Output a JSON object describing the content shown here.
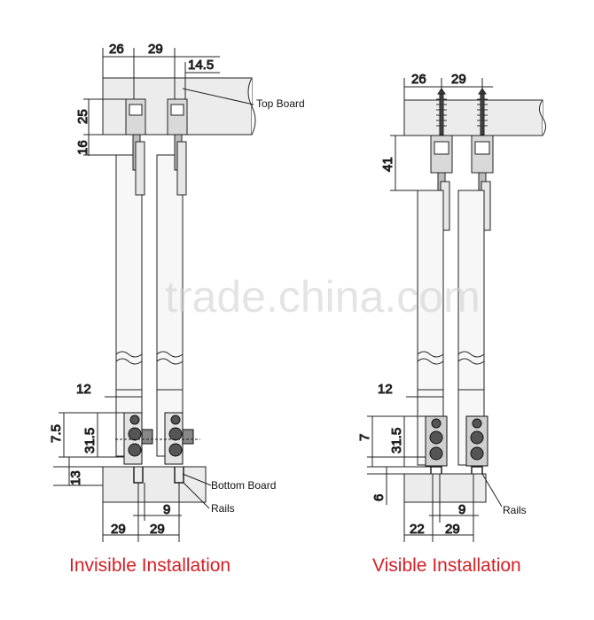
{
  "colors": {
    "caption": "#d41f26",
    "line": "#222222",
    "board_fill": "#ececec",
    "watermark": "#cccccc"
  },
  "watermark": "trade.china.com",
  "left_panel": {
    "caption": "Invisible Installation",
    "labels": {
      "top_board": "Top Board",
      "bottom_board": "Bottom Board",
      "rails": "Rails"
    },
    "dims": {
      "top_26": "26",
      "top_29": "29",
      "top_14_5": "14.5",
      "h_25": "25",
      "h_16": "16",
      "w_12": "12",
      "h_7_5": "7.5",
      "h_31_5": "31.5",
      "h_13": "13",
      "w_9": "9",
      "bot_29a": "29",
      "bot_29b": "29"
    }
  },
  "right_panel": {
    "caption": "Visible Installation",
    "labels": {
      "rails": "Rails"
    },
    "dims": {
      "top_26": "26",
      "top_29": "29",
      "h_41": "41",
      "w_12": "12",
      "h_7": "7",
      "h_31_5": "31.5",
      "h_6": "6",
      "w_9": "9",
      "bot_22": "22",
      "bot_29": "29"
    }
  }
}
